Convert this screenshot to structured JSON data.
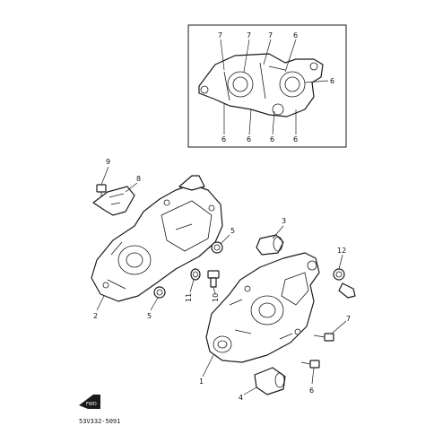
{
  "diagram_code": "53V332-5091",
  "fwd_label": "FWD",
  "callouts": {
    "inset_top_1": "7",
    "inset_top_2": "7",
    "inset_top_3": "7",
    "inset_top_4": "6",
    "inset_right": "6",
    "inset_bot_1": "6",
    "inset_bot_2": "6",
    "inset_bot_3": "6",
    "inset_bot_4": "6",
    "bolt_9": "9",
    "bracket_8": "8",
    "dowel_5a": "5",
    "bearing_3": "3",
    "fitting_12": "12",
    "washer_11": "11",
    "plug_10": "10",
    "crankcase_left_2": "2",
    "dowel_5b": "5",
    "bolt_7": "7",
    "crankcase_right_1": "1",
    "bearing_4": "4",
    "bolt_6": "6"
  }
}
